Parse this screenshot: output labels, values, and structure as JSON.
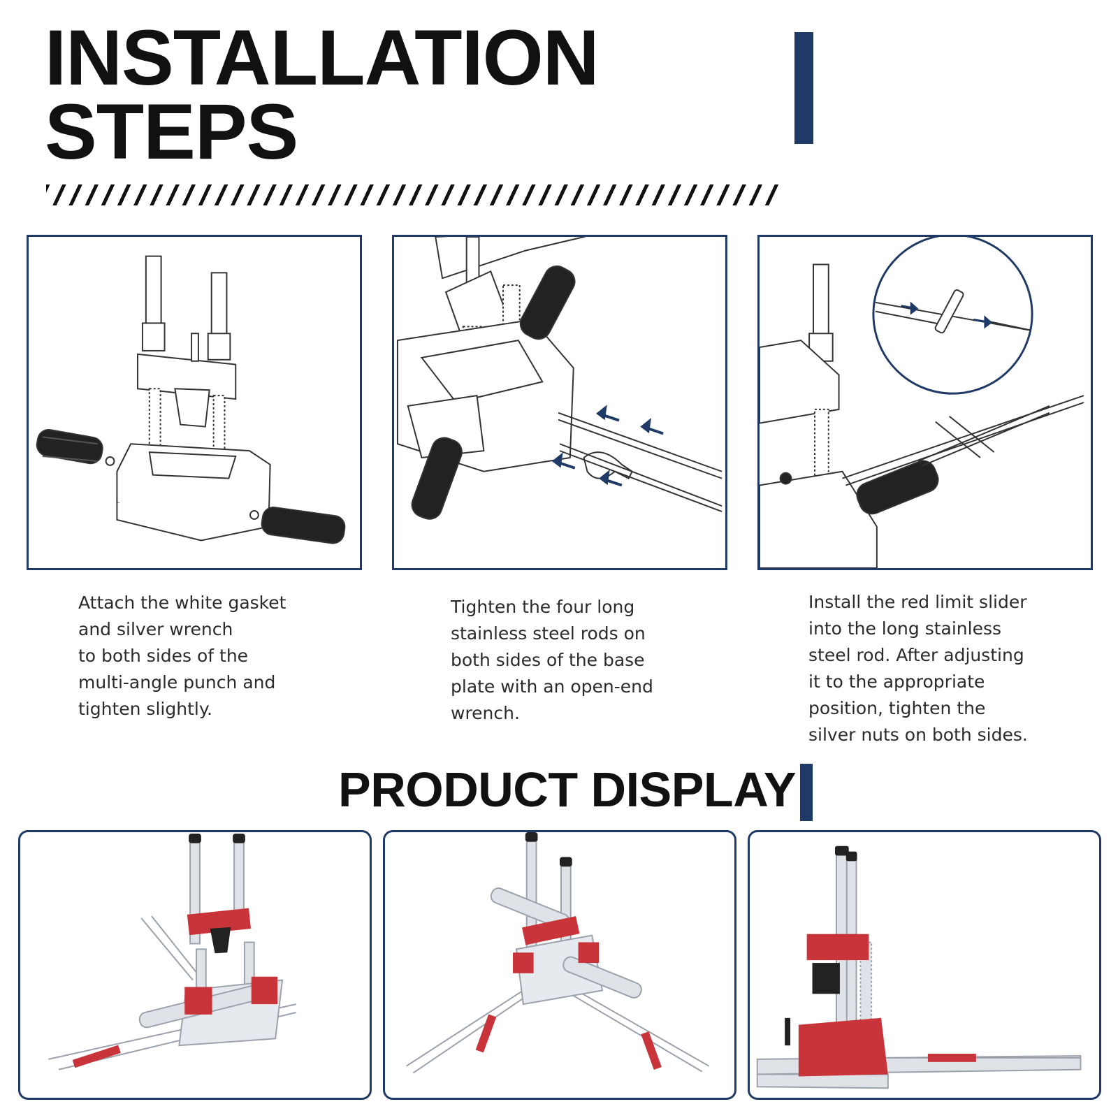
{
  "header": {
    "title_line1": "INSTALLATION",
    "title_line2": "STEPS"
  },
  "colors": {
    "accent": "#1f3a66",
    "red": "#c8343a",
    "steel": "#c9ced6"
  },
  "steps": [
    {
      "illustration": "drill-guide-handles-diagram",
      "lines": [
        "Attach the white gasket",
        "and silver wrench",
        "to both sides of the",
        "multi-angle punch and",
        "tighten slightly."
      ]
    },
    {
      "illustration": "base-plate-rods-diagram",
      "lines": [
        "Tighten the four long",
        "stainless steel rods on",
        "both sides of the base",
        "plate with an open-end",
        "wrench."
      ]
    },
    {
      "illustration": "limit-slider-diagram",
      "lines": [
        "Install the red limit slider",
        "into the long stainless",
        "steel rod. After adjusting",
        "it to the appropriate",
        "position, tighten the",
        "silver nuts on both sides."
      ]
    }
  ],
  "product_display": {
    "title": "PRODUCT DISPLAY",
    "images": [
      "drill-guide-front-view",
      "drill-guide-top-view",
      "drill-guide-side-view"
    ]
  }
}
